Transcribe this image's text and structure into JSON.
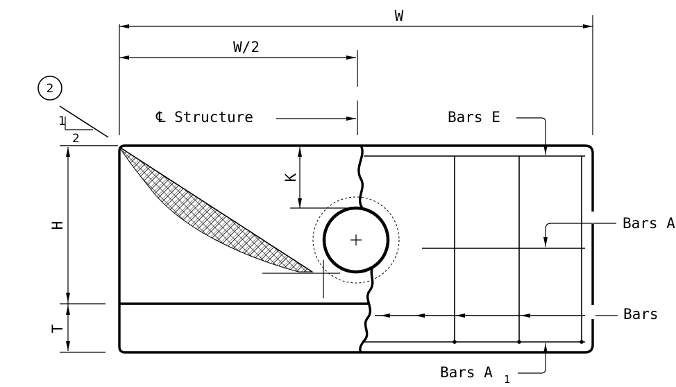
{
  "labels": {
    "width": "W",
    "half_width": "W/2",
    "centerline": "℄ Structure",
    "height": "H",
    "thickness": "T",
    "cover": "K",
    "slope_circle": "2",
    "slope_rise": "1",
    "slope_run": "2",
    "bars_e": "Bars E",
    "bars_a_mid": "Bars A",
    "bars_bottom": "Bars",
    "bars_a1": "Bars A",
    "bars_a1_sub": "1"
  }
}
